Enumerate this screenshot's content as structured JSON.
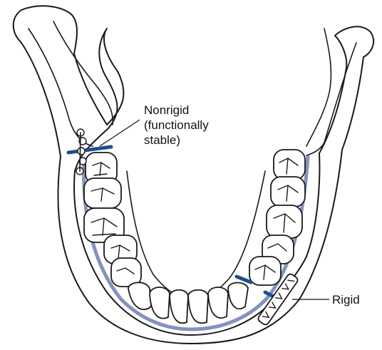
{
  "labels": {
    "nonrigid": [
      "Nonrigid",
      "(functionally",
      "stable)"
    ],
    "rigid": "Rigid"
  },
  "colors": {
    "fracture_line": "#1f4e8c",
    "gum_line": "#5b6fa6",
    "outline": "#1a1a1a"
  }
}
